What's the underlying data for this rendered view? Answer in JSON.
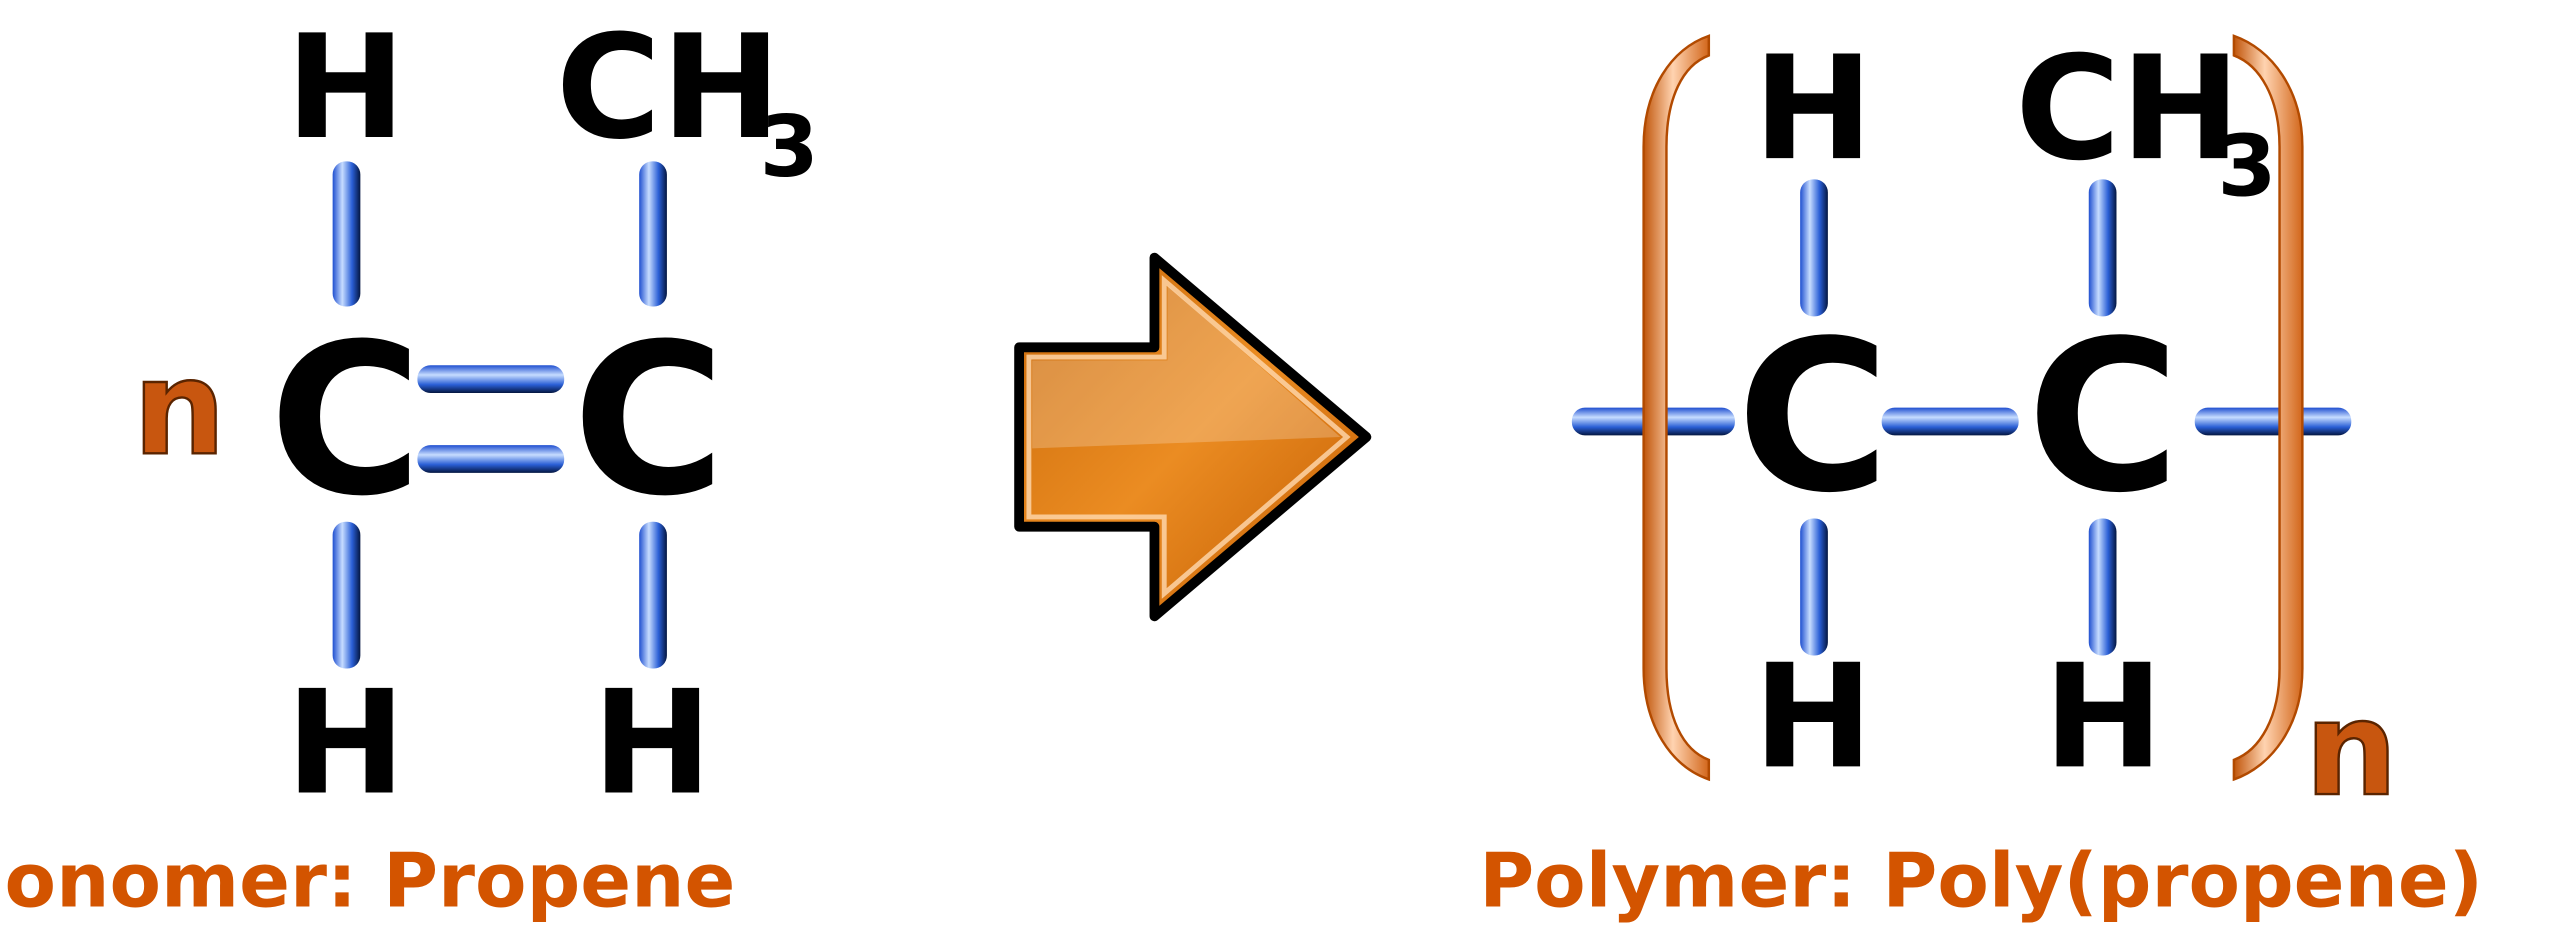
{
  "monomer": {
    "coefficient": "n",
    "atoms": {
      "c1": "C",
      "c2": "C",
      "h_top": "H",
      "ch3_main": "CH",
      "ch3_sub": "3",
      "h_bottom_left": "H",
      "h_bottom_right": "H"
    },
    "label": "Monomer: Propene"
  },
  "polymer": {
    "subscript": "n",
    "atoms": {
      "c1": "C",
      "c2": "C",
      "h_top": "H",
      "ch3_main": "CH",
      "ch3_sub": "3",
      "h_bottom_left": "H",
      "h_bottom_right": "H"
    },
    "label": "Polymer: Poly(propene)"
  },
  "colors": {
    "bond": "#2a5fd6",
    "bracket": "#e8843c",
    "arrow": "#e07b12",
    "label": "#d35400"
  }
}
